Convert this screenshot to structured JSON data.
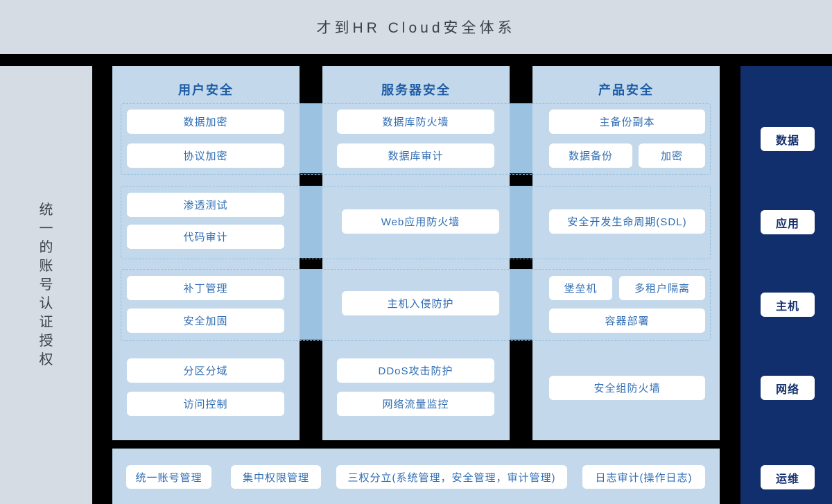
{
  "title": "才到HR Cloud安全体系",
  "left_panel": {
    "label": "统一的账号认证授权",
    "chars": [
      "统",
      "一",
      "的",
      "账",
      "号",
      "认",
      "证",
      "授",
      "权"
    ]
  },
  "columns": [
    {
      "header": "用户安全",
      "row1": [
        "数据加密",
        "协议加密"
      ],
      "row2": [
        "渗透测试",
        "代码审计"
      ],
      "row3": [
        "补丁管理",
        "安全加固"
      ],
      "row4": [
        "分区分域",
        "访问控制"
      ]
    },
    {
      "header": "服务器安全",
      "row1": [
        "数据库防火墙",
        "数据库审计"
      ],
      "row2": [
        "Web应用防火墙"
      ],
      "row3": [
        "主机入侵防护"
      ],
      "row4": [
        "DDoS攻击防护",
        "网络流量监控"
      ]
    },
    {
      "header": "产品安全",
      "row1": [
        "主备份副本",
        "数据备份",
        "加密"
      ],
      "row2": [
        "安全开发生命周期(SDL)"
      ],
      "row3": [
        "堡垒机",
        "多租户隔离",
        "容器部署"
      ],
      "row4": [
        "安全组防火墙"
      ]
    }
  ],
  "right_panel": {
    "items": [
      "数据",
      "应用",
      "主机",
      "网络",
      "运维"
    ]
  },
  "bottom_panel": {
    "items": [
      "统一账号管理",
      "集中权限管理",
      "三权分立(系统管理，安全管理，审计管理)",
      "日志审计(操作日志)"
    ]
  },
  "colors": {
    "page_bg": "#000000",
    "header_bg": "#d5dce4",
    "left_panel_bg": "#d5dce4",
    "column_bg": "#c3d9eb",
    "bridge_bg": "#9cc2e1",
    "navy_bg": "#122f6d",
    "button_bg": "#ffffff",
    "button_text": "#2f6db4",
    "column_header_text": "#1d5ba5",
    "navy_button_text": "#15316e",
    "title_text": "#3a4249",
    "dashed_border": "#93bede"
  }
}
